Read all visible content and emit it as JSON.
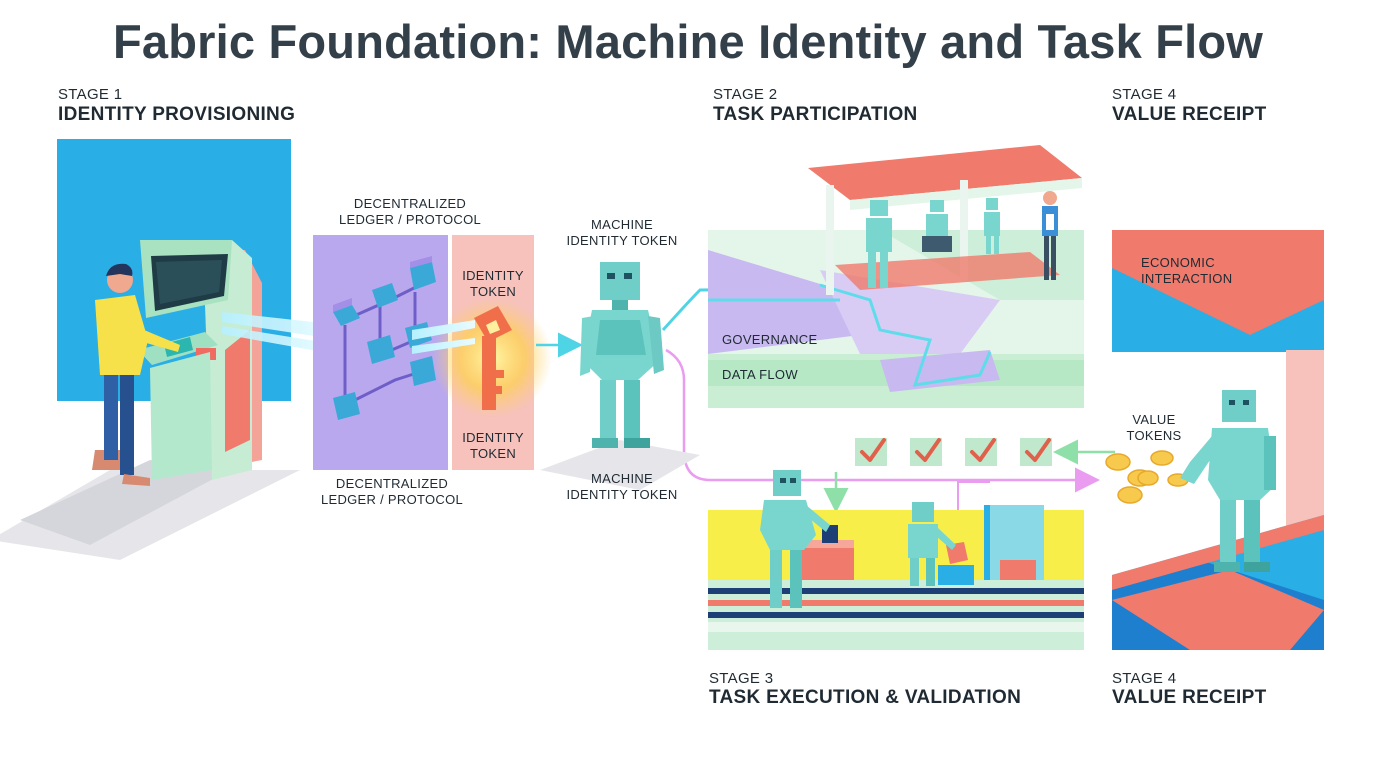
{
  "title": "Fabric Foundation: Machine Identity and Task Flow",
  "stages": {
    "identity": {
      "number": "STAGE 1",
      "name": "IDENTITY PROVISIONING"
    },
    "participation": {
      "number": "STAGE 2",
      "name": "TASK PARTICIPATION"
    },
    "receipt_top": {
      "number": "STAGE 4",
      "name": "VALUE RECEIPT"
    },
    "execution": {
      "number": "STAGE 3",
      "name": "TASK EXECUTION & VALIDATION"
    },
    "receipt_bottom": {
      "number": "STAGE 4",
      "name": "VALUE RECEIPT"
    }
  },
  "labels": {
    "ledger_top_1": "DECENTRALIZED",
    "ledger_top_2": "LEDGER / PROTOCOL",
    "ledger_bottom_1": "DECENTRALIZED",
    "ledger_bottom_2": "LEDGER / PROTOCOL",
    "token_top_1": "IDENTITY",
    "token_top_2": "TOKEN",
    "token_bottom_1": "IDENTITY",
    "token_bottom_2": "TOKEN",
    "machine_top_1": "MACHINE",
    "machine_top_2": "IDENTITY TOKEN",
    "machine_bottom_1": "MACHINE",
    "machine_bottom_2": "IDENTITY TOKEN",
    "governance": "GOVERNANCE",
    "data_flow": "DATA FLOW",
    "economic_1": "ECONOMIC",
    "economic_2": "INTERACTION",
    "value_tokens_1": "VALUE",
    "value_tokens_2": "TOKENS"
  },
  "colors": {
    "blue": "#2aaee6",
    "lavender": "#b9a8ee",
    "pink_panel": "#f6c2bb",
    "mint": "#bfe8cc",
    "coral": "#f07560",
    "yellow": "#f7ee4a",
    "robot": "#79d6cf",
    "check": "#e0604b",
    "navy": "#1e3f75"
  }
}
